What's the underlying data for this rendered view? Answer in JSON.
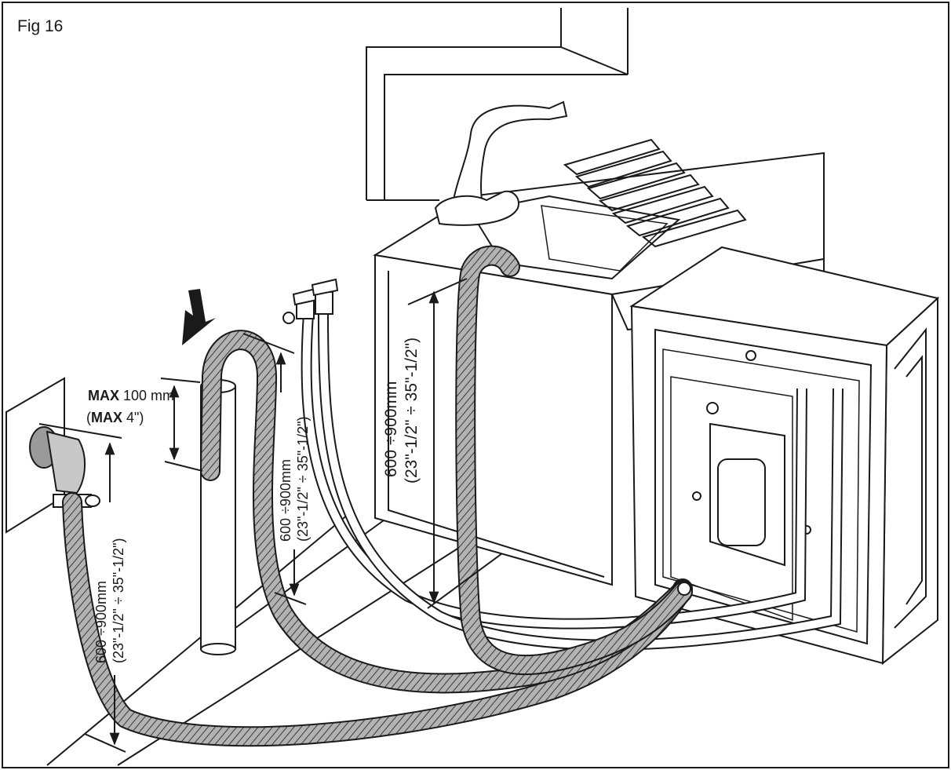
{
  "figure": {
    "label": "Fig 16"
  },
  "annotations": {
    "standpipe_max_line1_bold": "MAX",
    "standpipe_max_line1_rest": " 100 mm",
    "standpipe_max_line2_open": "(",
    "standpipe_max_line2_bold": "MAX",
    "standpipe_max_line2_rest": "  4\")",
    "wall_outlet_height_mm": "600 ÷900mm",
    "wall_outlet_height_in": "(23\"-1/2\" ÷ 35\"-1/2\")",
    "standpipe_height_mm": "600 ÷900mm",
    "standpipe_height_in": "(23\"-1/2\" ÷ 35\"-1/2\")",
    "sink_height_mm": "600 ÷900mm",
    "sink_height_in": "(23\"-1/2\" ÷ 35\"-1/2\")"
  },
  "colors": {
    "line": "#1a1a1a",
    "hose": "#a6a6a6",
    "background": "#ffffff"
  }
}
